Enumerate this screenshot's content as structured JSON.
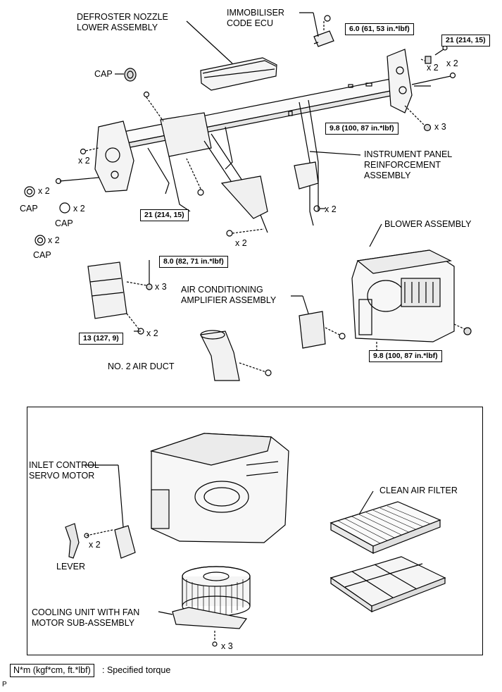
{
  "labels": {
    "defroster_nozzle": [
      "DEFROSTER NOZZLE",
      "LOWER ASSEMBLY"
    ],
    "immobiliser": [
      "IMMOBILISER",
      "CODE ECU"
    ],
    "instrument_panel": [
      "INSTRUMENT PANEL",
      "REINFORCEMENT",
      "ASSEMBLY"
    ],
    "blower": "BLOWER ASSEMBLY",
    "ac_amplifier": [
      "AIR CONDITIONING",
      "AMPLIFIER ASSEMBLY"
    ],
    "air_duct": "NO. 2 AIR DUCT",
    "cap": "CAP",
    "inlet_servo": [
      "INLET CONTROL",
      "SERVO MOTOR"
    ],
    "lever": "LEVER",
    "clean_air_filter": "CLEAN AIR FILTER",
    "cooling_unit": [
      "COOLING UNIT WITH FAN",
      "MOTOR SUB-ASSEMBLY"
    ]
  },
  "torques": {
    "t1": "6.0 (61, 53 in.*lbf)",
    "t2": "21 (214, 15)",
    "t3": "9.8 (100, 87 in.*lbf)",
    "t4": "21 (214, 15)",
    "t5": "8.0 (82, 71 in.*lbf)",
    "t6": "13 (127, 9)",
    "t7": "9.8 (100, 87 in.*lbf)"
  },
  "quantities": {
    "x2": "x 2",
    "x3": "x 3"
  },
  "legend": {
    "unit": "N*m (kgf*cm, ft.*lbf)",
    "text": ": Specified torque"
  },
  "page_code": "P"
}
